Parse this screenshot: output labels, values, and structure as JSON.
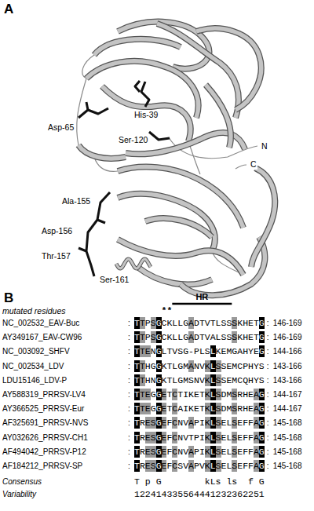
{
  "diagram": {
    "labels": [
      "A",
      "His-39",
      "Asp-65",
      "Ser-120",
      "N",
      "C",
      "Ala-155",
      "Asp-156",
      "Thr-157",
      "Ser-161",
      "B",
      "HR",
      "**",
      "mutated residues",
      "NC_002532_EAV-Buc",
      ":",
      "TTPSGCKLLGADTVTLSSSKHETG",
      ":",
      "146-169",
      "AY349167_EAV-CW96",
      ":",
      "TTPSGCKLLGADTVALSSSKHETG",
      ":",
      "146-169",
      "NC_003092_SHFV",
      ":",
      "TTENGLTVSG-PLSLKEMGAHYEG",
      ":",
      "144-166",
      "NC_002534_LDV",
      ":",
      "TTHGGKTLGMANVKLSSEMCPHYS",
      ":",
      "143-166",
      "LDU15146_LDV-P",
      ":",
      "TTHNGKTLGMSNVKLSSEMCQHYS",
      ":",
      "143-166",
      "AY588319_PRRSV-LV4",
      ":",
      "TTEGGETCTIKETKLSDMSRHEAG",
      ":",
      "144-167",
      "AY366525_PRRSV-Eur",
      ":",
      "TTEGGETCAIKETKLSDMSRHEAG",
      ":",
      "144-167",
      "AF325691_PRRSV-NVS",
      ":",
      "TRESGEFCNVAPIKLSELSEFFAG",
      ":",
      "145-168",
      "AY032626_PRRSV-CH1",
      ":",
      "TRESGEFCNVTPIKLSELSEFFAG",
      ":",
      "145-168",
      "AF494042_PRRSV-P12",
      ":",
      "TRESGEFCNVAPIKLSELSEFFAG",
      ":",
      "145-168",
      "AF184212_PRRSV-SP",
      ":",
      "TRESGEFCSVAPVKLSELSEFFAG",
      ":",
      "145-168",
      "Consensus",
      "T p G        kLs ls  f G",
      "Variability",
      "122414335564441232362251"
    ]
  }
}
